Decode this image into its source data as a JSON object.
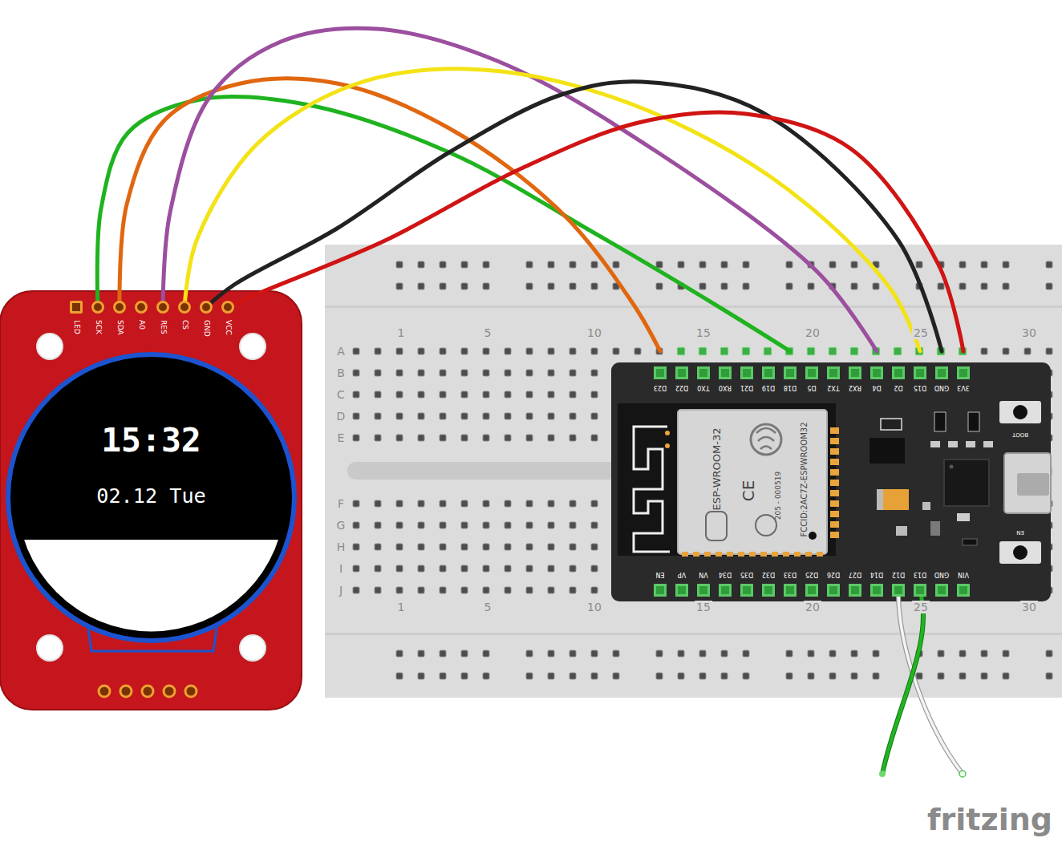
{
  "diagram": {
    "nodes": [
      {
        "text": [
          "LED"
        ]
      },
      {
        "text": [
          "SCK"
        ]
      },
      {
        "text": [
          "SDA"
        ]
      },
      {
        "text": [
          "A0"
        ]
      },
      {
        "text": [
          "RES"
        ]
      },
      {
        "text": [
          "CS"
        ]
      },
      {
        "text": [
          "GND"
        ]
      },
      {
        "text": [
          "VCC"
        ]
      },
      {
        "text": [
          "15:32",
          "02.12 Tue"
        ]
      },
      {
        "text": [
          "D23"
        ]
      },
      {
        "text": [
          "D22"
        ]
      },
      {
        "text": [
          "TX0"
        ]
      },
      {
        "text": [
          "RX0"
        ]
      },
      {
        "text": [
          "D21"
        ]
      },
      {
        "text": [
          "D19"
        ]
      },
      {
        "text": [
          "D18"
        ]
      },
      {
        "text": [
          "D5"
        ]
      },
      {
        "text": [
          "TX2"
        ]
      },
      {
        "text": [
          "RX2"
        ]
      },
      {
        "text": [
          "D4"
        ]
      },
      {
        "text": [
          "D2"
        ]
      },
      {
        "text": [
          "D15"
        ]
      },
      {
        "text": [
          "GND"
        ]
      },
      {
        "text": [
          "3V3"
        ]
      },
      {
        "text": [
          "EN"
        ]
      },
      {
        "text": [
          "VP"
        ]
      },
      {
        "text": [
          "VN"
        ]
      },
      {
        "text": [
          "D34"
        ]
      },
      {
        "text": [
          "D35"
        ]
      },
      {
        "text": [
          "D32"
        ]
      },
      {
        "text": [
          "D33"
        ]
      },
      {
        "text": [
          "D25"
        ]
      },
      {
        "text": [
          "D26"
        ]
      },
      {
        "text": [
          "D27"
        ]
      },
      {
        "text": [
          "D14"
        ]
      },
      {
        "text": [
          "D12"
        ]
      },
      {
        "text": [
          "D13"
        ]
      },
      {
        "text": [
          "GND"
        ]
      },
      {
        "text": [
          "VIN"
        ]
      }
    ],
    "edges": [
      {
        "from": 1,
        "to": 15,
        "arrow": "none"
      },
      {
        "from": 2,
        "to": 9,
        "arrow": "none"
      },
      {
        "from": 4,
        "to": 19,
        "arrow": "none"
      },
      {
        "from": 5,
        "to": 21,
        "arrow": "none"
      },
      {
        "from": 6,
        "to": 22,
        "arrow": "none"
      },
      {
        "from": 7,
        "to": 23,
        "arrow": "none"
      }
    ],
    "labels": [
      "1",
      "5",
      "10",
      "15",
      "20",
      "25",
      "30",
      "1",
      "5",
      "10",
      "15",
      "20",
      "25",
      "30",
      "A",
      "B",
      "C",
      "D",
      "E",
      "F",
      "G",
      "H",
      "I",
      "J",
      "ESP-WROOM-32",
      "205 - 000519",
      "FCCID:2AC7Z-ESPWROOM32",
      "CE",
      "BOOT",
      "EN",
      "fritzing"
    ]
  }
}
